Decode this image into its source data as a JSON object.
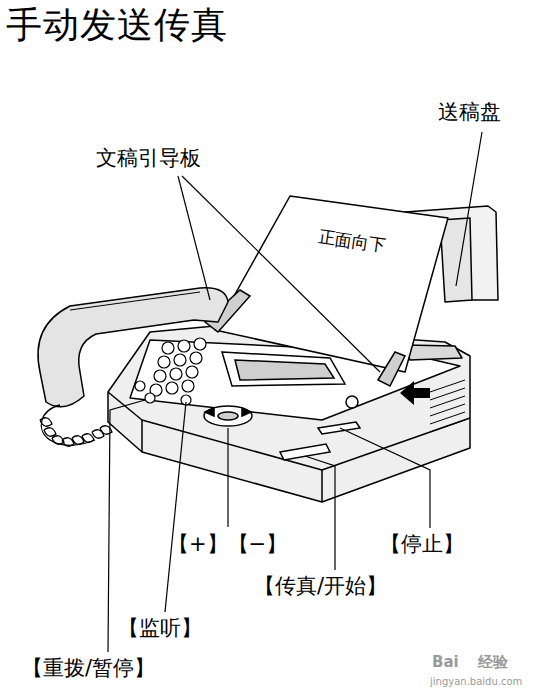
{
  "diagram": {
    "title": "手动发送传真",
    "labels": [
      "送稿盘",
      "文稿引导板",
      "正面向下",
      "【+】【−】",
      "【停止】",
      "【传真/开始】",
      "【监听】",
      "【重拨/暂停】",
      "Bai",
      "经验",
      "jingyan.baidu.com"
    ]
  }
}
